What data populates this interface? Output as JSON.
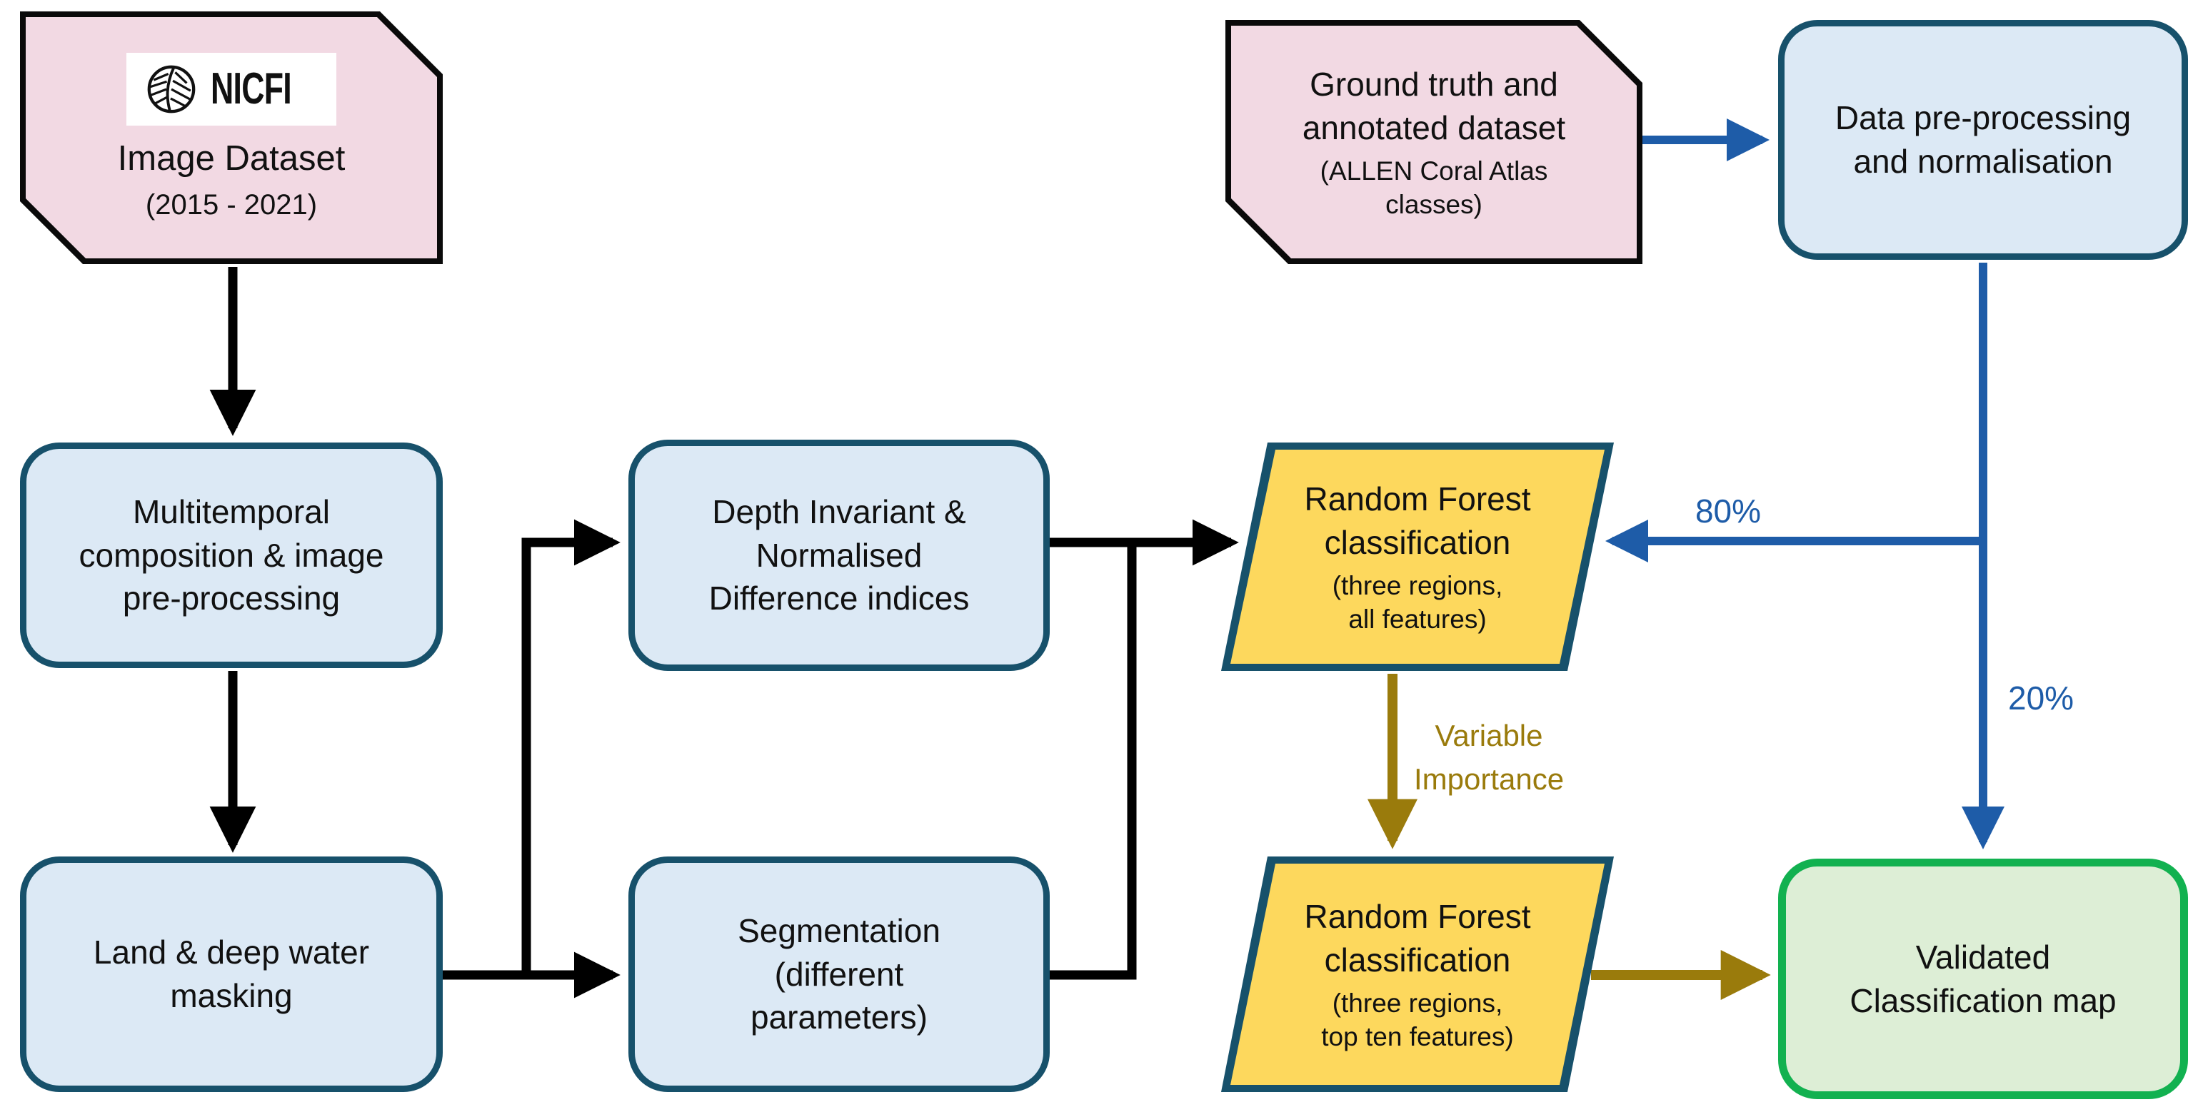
{
  "diagram": {
    "nodes": {
      "nicfi": {
        "logo_text": "NICFI",
        "label": "Image Dataset",
        "sublabel": "(2015 - 2021)"
      },
      "ground_truth": {
        "label": "Ground truth and\nannotated dataset",
        "sublabel": "(ALLEN Coral Atlas\nclasses)"
      },
      "data_preprocessing": {
        "label": "Data pre-processing\nand normalisation"
      },
      "multitemporal": {
        "label": "Multitemporal\ncomposition & image\npre-processing"
      },
      "depth_indices": {
        "label": "Depth Invariant &\nNormalised\nDifference indices"
      },
      "rf_all_features": {
        "label": "Random Forest\nclassification",
        "sublabel": "(three regions,\nall features)"
      },
      "land_masking": {
        "label": "Land & deep water\nmasking"
      },
      "segmentation": {
        "label": "Segmentation\n(different\nparameters)"
      },
      "rf_top_features": {
        "label": "Random Forest\nclassification",
        "sublabel": "(three regions,\ntop ten features)"
      },
      "validated_map": {
        "label": "Validated\nClassification map"
      }
    },
    "edge_labels": {
      "train_split": "80%",
      "test_split": "20%",
      "variable_importance": "Variable\nImportance"
    },
    "colors": {
      "pink_fill": "#F2D9E3",
      "blue_fill": "#DCE9F5",
      "blue_border": "#17516B",
      "yellow_fill": "#FDD85D",
      "green_fill": "#DDEED6",
      "green_border": "#12B150",
      "arrow_black": "#000000",
      "arrow_blue": "#1E5CA8",
      "arrow_olive": "#9A7B0C"
    }
  }
}
